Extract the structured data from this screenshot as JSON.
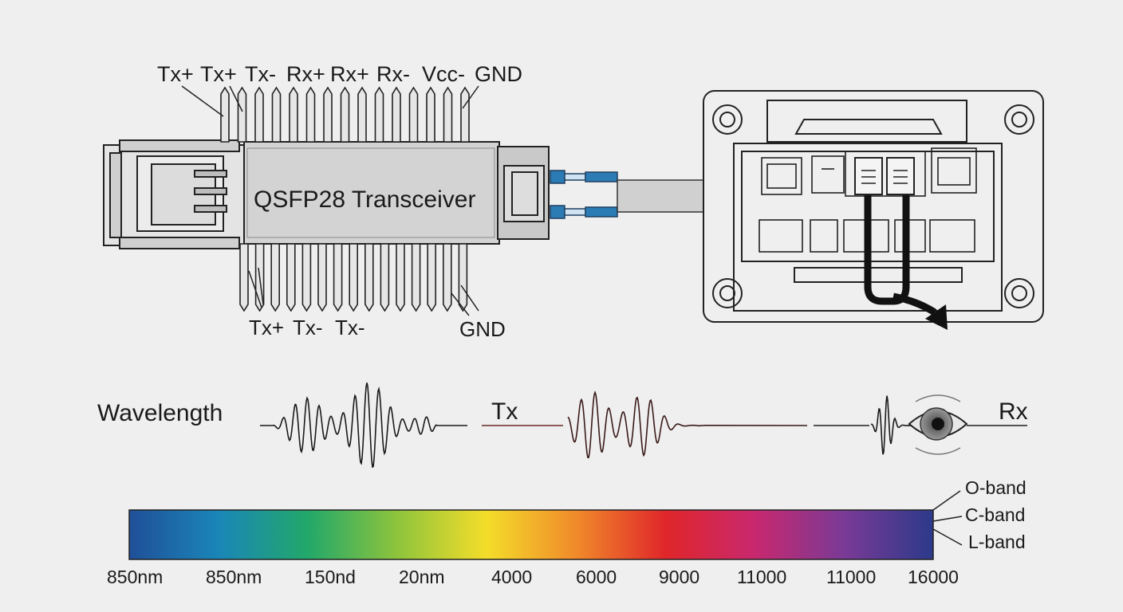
{
  "module": {
    "label": "QSFP28 Transceiver",
    "top_pins": [
      "Tx+",
      "Tx+",
      "Tx-",
      "Rx+",
      "Rx+",
      "Rx-",
      "Vcc-",
      "GND"
    ],
    "bottom_pins_left": [
      "Tx+",
      "Tx-",
      "Tx-"
    ],
    "bottom_pins_right": [
      "GND"
    ]
  },
  "signal": {
    "label": "Wavelength",
    "tx_label": "Tx",
    "rx_label": "Rx"
  },
  "spectrum": {
    "ticks": [
      "850nm",
      "850nm",
      "150nd",
      "20nm",
      "4000",
      "6000",
      "9000",
      "11000",
      "11000",
      "16000"
    ],
    "bands": [
      "O-band",
      "C-band",
      "L-band"
    ],
    "colors": [
      "#1f4f98",
      "#1a86b8",
      "#22a86a",
      "#8dc43c",
      "#f4dd2a",
      "#f08a2a",
      "#e0262a",
      "#c8286e",
      "#7a3a96",
      "#2c3a8a"
    ]
  },
  "icons": {
    "receiver": "eye-icon",
    "patch": "patch-panel-icon"
  }
}
